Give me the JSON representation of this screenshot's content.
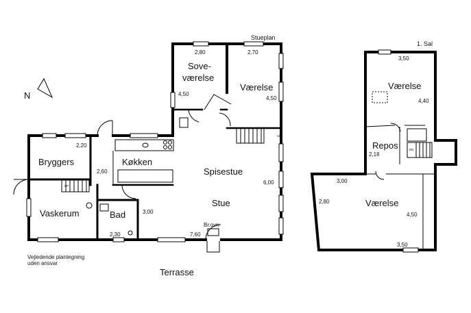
{
  "titles": {
    "ground_floor": "Stueplan",
    "first_floor": "1. Sal",
    "compass": "N",
    "terrace": "Terrasse",
    "disclaimer_line1": "Vejledende plantegning",
    "disclaimer_line2": "uden ansvar"
  },
  "rooms": {
    "sovevaerelse_1": "Sove-",
    "sovevaerelse_2": "værelse",
    "vaerelse_ground": "Værelse",
    "bryggers": "Bryggers",
    "koekken": "Køkken",
    "spisestue": "Spisestue",
    "stue": "Stue",
    "vaskerum": "Vaskerum",
    "bad": "Bad",
    "vaerelse_upper_top": "Værelse",
    "repos": "Repos",
    "vaerelse_upper_bottom": "Værelse"
  },
  "dimensions": {
    "d_2_80_top": "2,80",
    "d_2_70": "2,70",
    "d_4_50_left": "4,50",
    "d_4_50_right": "4,50",
    "d_2_20": "2,20",
    "d_2_60": "2,60",
    "d_6_00": "6,00",
    "d_3_00_bad": "3,00",
    "d_2_30": "2,30",
    "d_7_60": "7,60",
    "d_3_50_top": "3,50",
    "d_4_40": "4,40",
    "d_2_18": "2,18",
    "d_3_00_upper": "3,00",
    "d_2_80_upper": "2,80",
    "d_4_50_upper": "4,50",
    "d_3_50_bottom": "3,50"
  },
  "symbols": {
    "fireplace": "Br.ovn",
    "stair_up_1": "UP",
    "stair_up_2": "UP",
    "stair_down": "DN"
  }
}
